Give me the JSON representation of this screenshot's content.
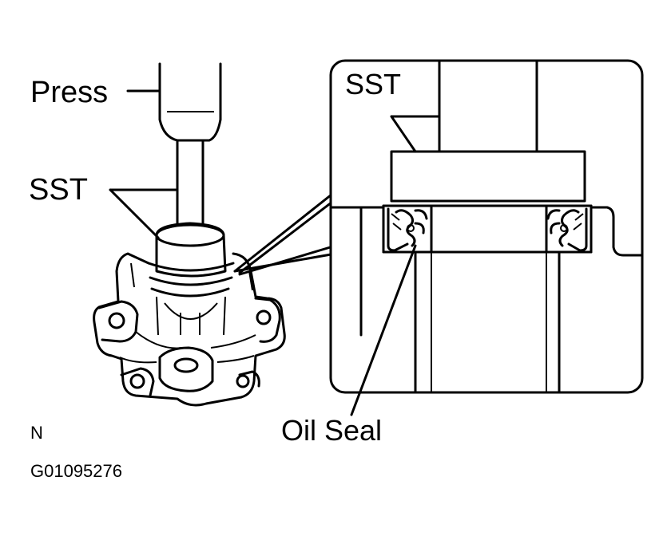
{
  "labels": {
    "press": "Press",
    "sst_left": "SST",
    "sst_inset": "SST",
    "oil_seal": "Oil Seal",
    "view_code": "N",
    "figure_id": "G01095276"
  },
  "colors": {
    "line": "#000000",
    "background": "#ffffff"
  }
}
